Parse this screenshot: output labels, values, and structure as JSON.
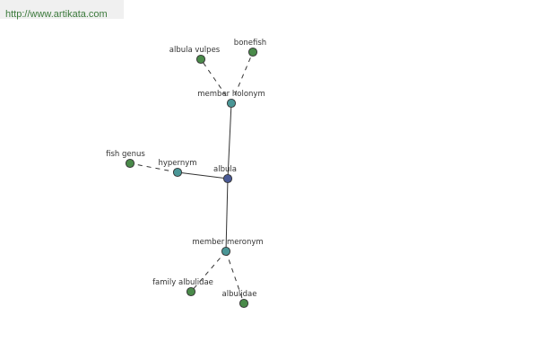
{
  "header": {
    "url": "http://www.artikata.com"
  },
  "colors": {
    "center": "#4a5a96",
    "relation": "#4a9696",
    "leaf": "#4a8a4a",
    "stroke": "#333333"
  },
  "graph": {
    "nodes": [
      {
        "id": "albula",
        "label": "albula",
        "kind": "center"
      },
      {
        "id": "member_holonym",
        "label": "member holonym",
        "kind": "relation"
      },
      {
        "id": "hypernym",
        "label": "hypernym",
        "kind": "relation"
      },
      {
        "id": "member_meronym",
        "label": "member meronym",
        "kind": "relation"
      },
      {
        "id": "albula_vulpes",
        "label": "albula vulpes",
        "kind": "leaf"
      },
      {
        "id": "bonefish",
        "label": "bonefish",
        "kind": "leaf"
      },
      {
        "id": "fish_genus",
        "label": "fish genus",
        "kind": "leaf"
      },
      {
        "id": "family_albulidae",
        "label": "family albulidae",
        "kind": "leaf"
      },
      {
        "id": "albulidae",
        "label": "albulidae",
        "kind": "leaf"
      }
    ],
    "edges": [
      {
        "from": "albula",
        "to": "member_holonym",
        "style": "solid"
      },
      {
        "from": "albula",
        "to": "hypernym",
        "style": "solid"
      },
      {
        "from": "albula",
        "to": "member_meronym",
        "style": "solid"
      },
      {
        "from": "member_holonym",
        "to": "albula_vulpes",
        "style": "dashed"
      },
      {
        "from": "member_holonym",
        "to": "bonefish",
        "style": "dashed"
      },
      {
        "from": "hypernym",
        "to": "fish_genus",
        "style": "dashed"
      },
      {
        "from": "member_meronym",
        "to": "family_albulidae",
        "style": "dashed"
      },
      {
        "from": "member_meronym",
        "to": "albulidae",
        "style": "dashed"
      }
    ]
  }
}
